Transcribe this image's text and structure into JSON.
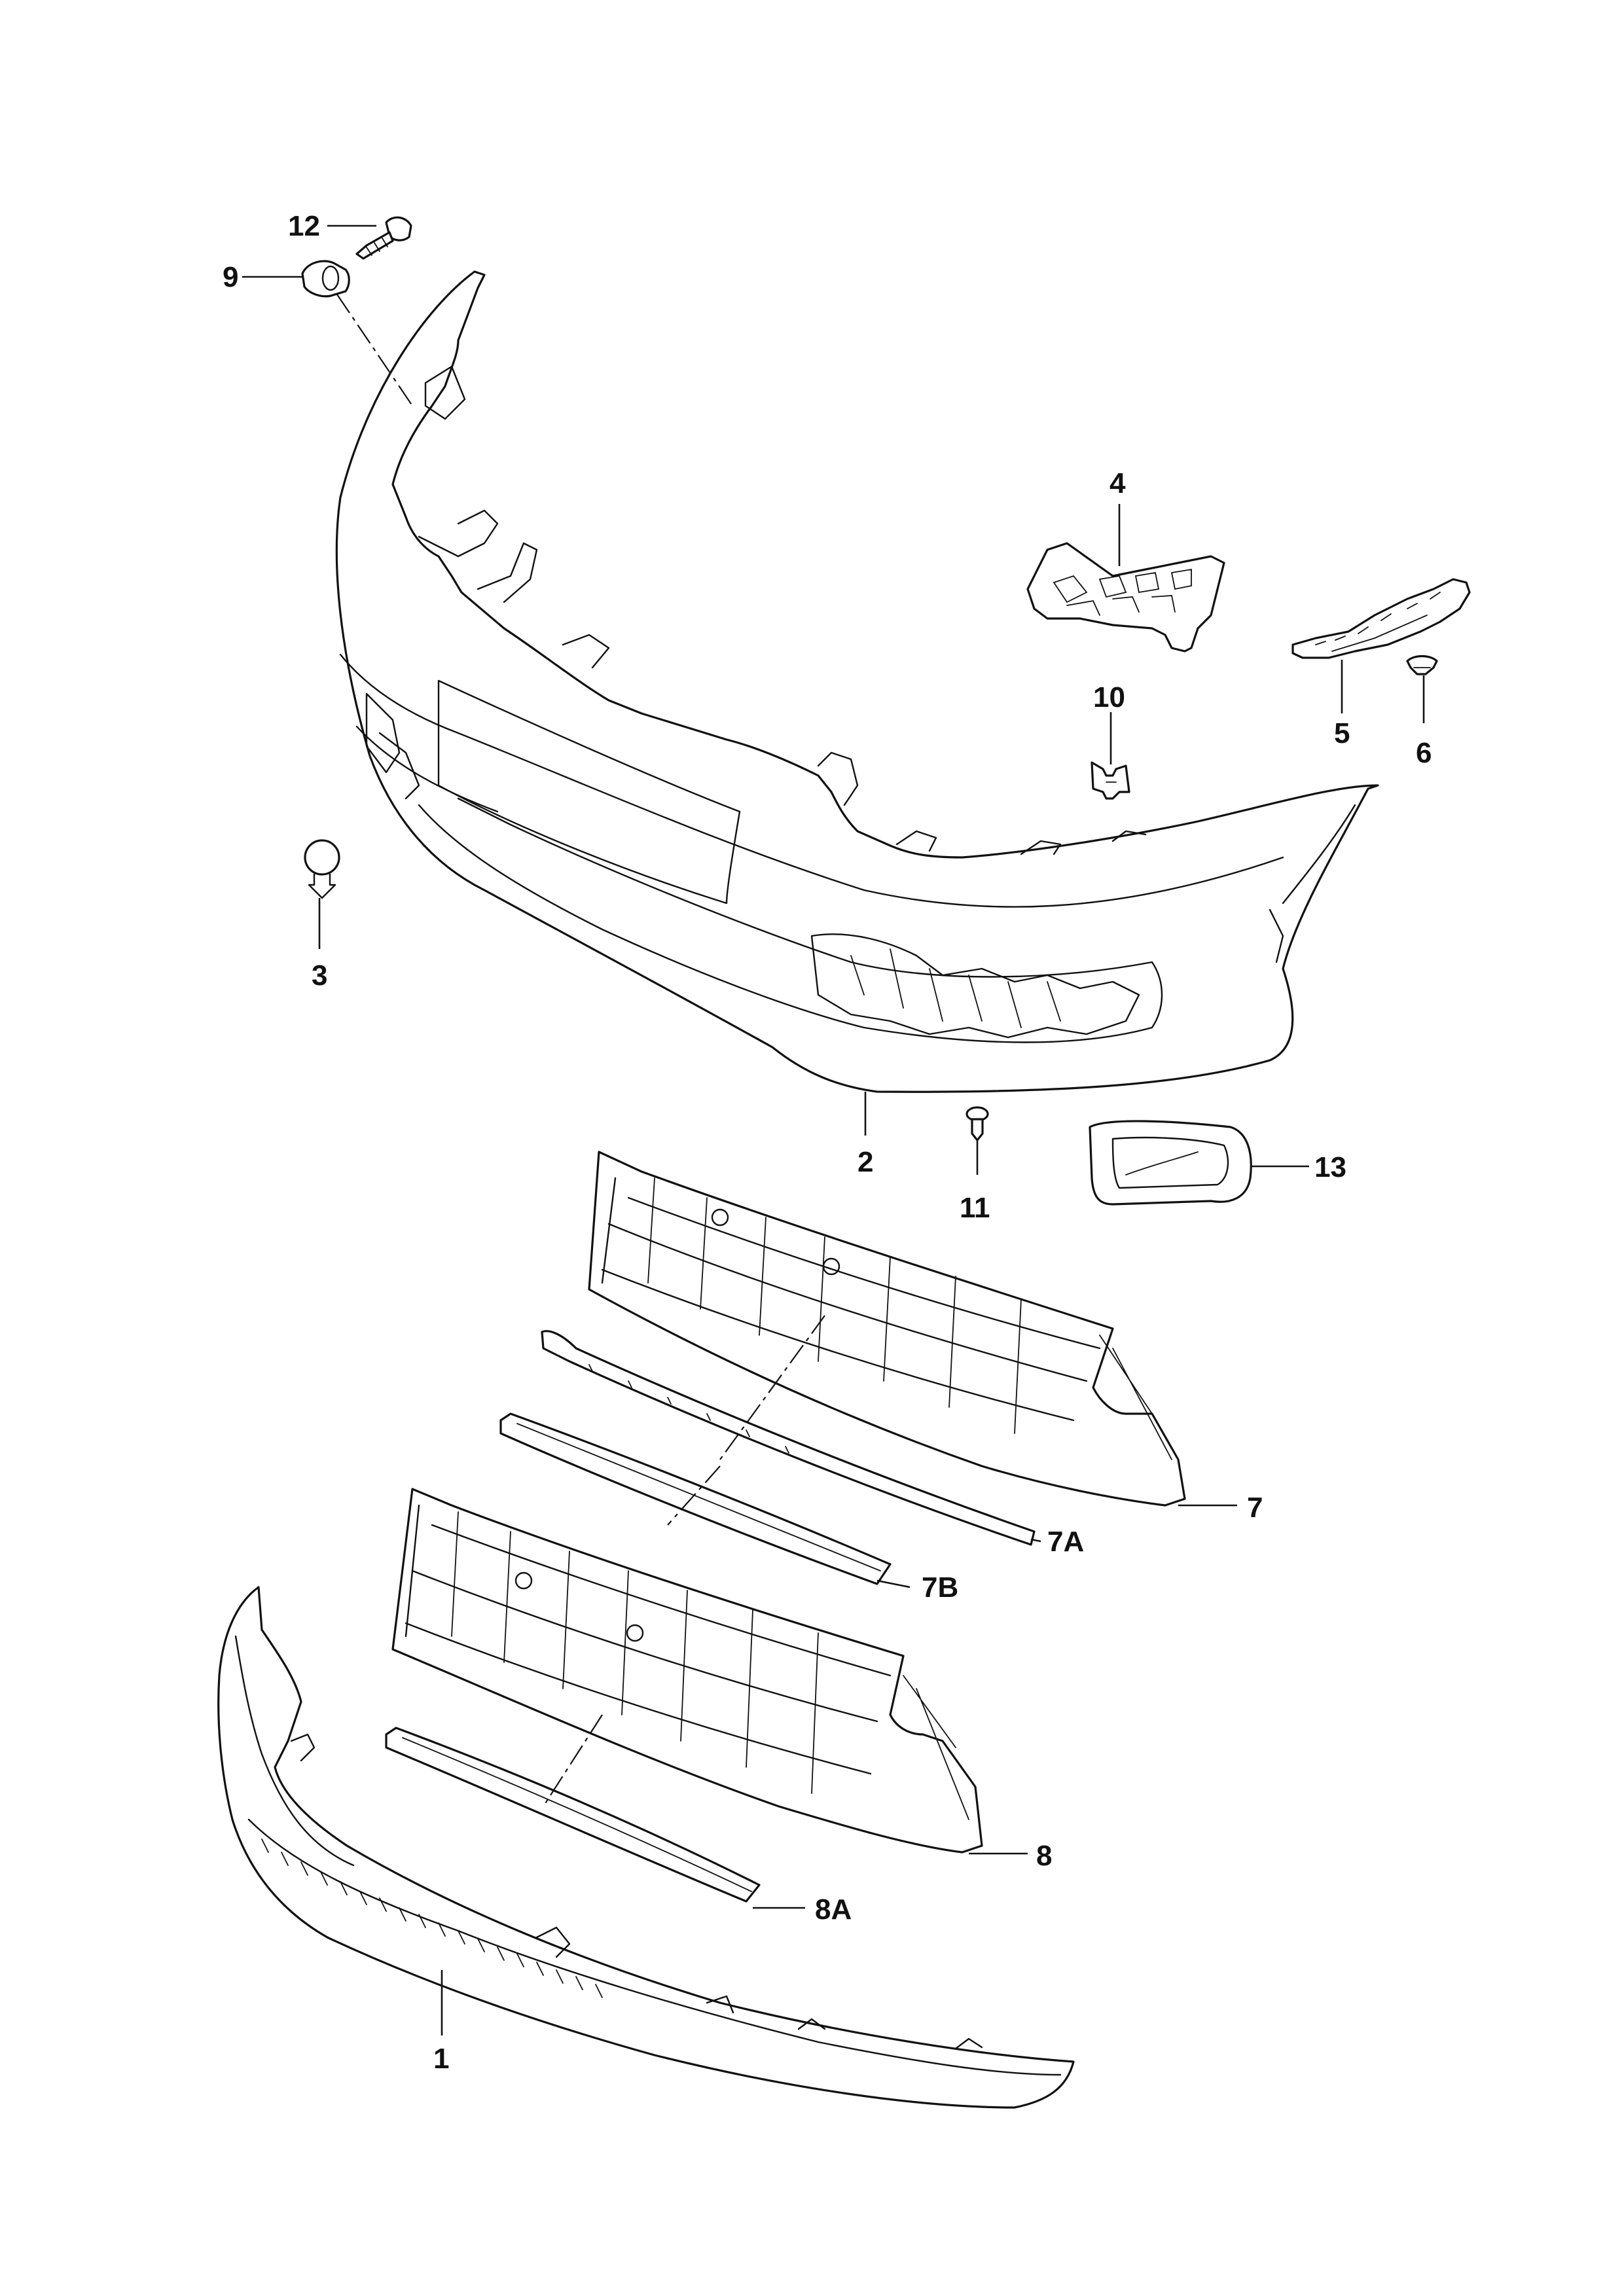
{
  "callouts": {
    "c1": "1",
    "c2": "2",
    "c3": "3",
    "c4": "4",
    "c5": "5",
    "c6": "6",
    "c7": "7",
    "c7a": "7A",
    "c7b": "7B",
    "c8": "8",
    "c8a": "8A",
    "c9": "9",
    "c10": "10",
    "c11": "11",
    "c12": "12",
    "c13": "13"
  }
}
